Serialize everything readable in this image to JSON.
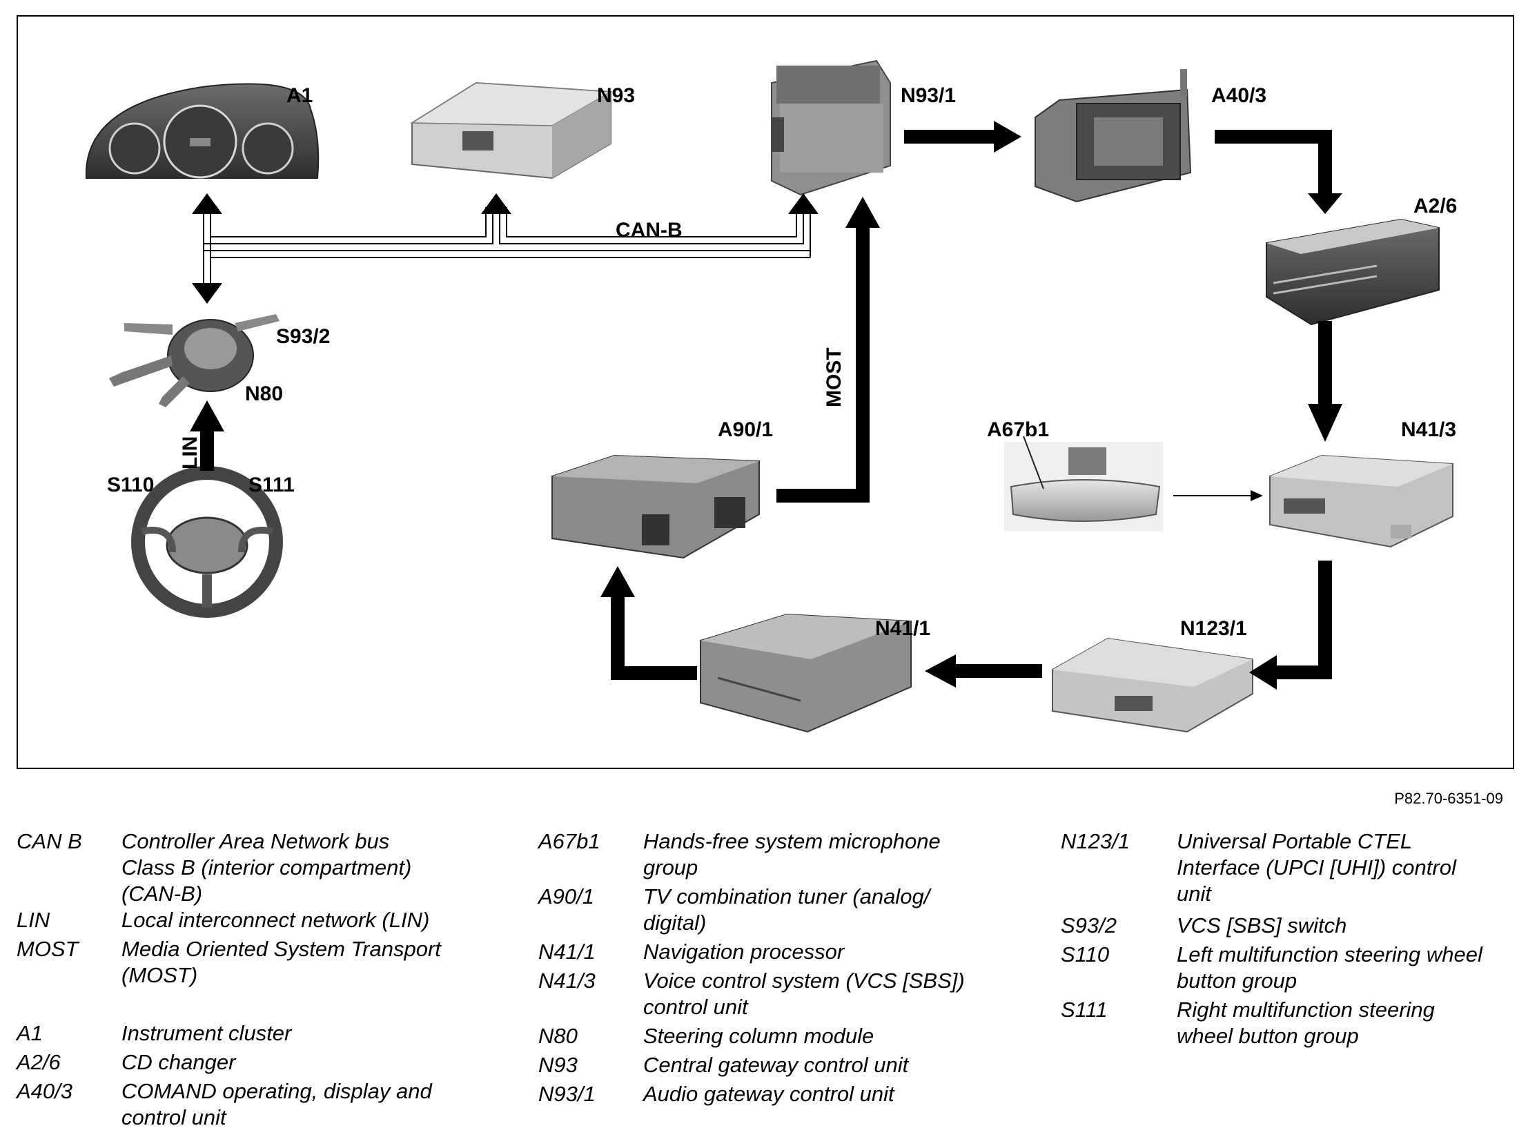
{
  "diagram": {
    "components": [
      {
        "id": "A1",
        "label": "A1"
      },
      {
        "id": "N93",
        "label": "N93"
      },
      {
        "id": "N93/1",
        "label": "N93/1"
      },
      {
        "id": "A40/3",
        "label": "A40/3"
      },
      {
        "id": "A2/6",
        "label": "A2/6"
      },
      {
        "id": "S93/2",
        "label": "S93/2"
      },
      {
        "id": "N80",
        "label": "N80"
      },
      {
        "id": "S110",
        "label": "S110"
      },
      {
        "id": "S111",
        "label": "S111"
      },
      {
        "id": "A90/1",
        "label": "A90/1"
      },
      {
        "id": "A67b1",
        "label": "A67b1"
      },
      {
        "id": "N41/3",
        "label": "N41/3"
      },
      {
        "id": "N41/1",
        "label": "N41/1"
      },
      {
        "id": "N123/1",
        "label": "N123/1"
      }
    ],
    "bus_labels": {
      "can": "CAN-B",
      "most": "MOST",
      "lin": "LIN"
    },
    "figure_ref": "P82.70-6351-09"
  },
  "legend": {
    "col1": [
      {
        "code": "CAN B",
        "desc": "Controller Area Network bus\nClass B (interior compartment)\n(CAN-B)"
      },
      {
        "code": "LIN",
        "desc": "Local interconnect network (LIN)"
      },
      {
        "code": "MOST",
        "desc": "Media Oriented System Transport\n(MOST)"
      },
      {
        "code": "A1",
        "desc": "Instrument cluster"
      },
      {
        "code": "A2/6",
        "desc": "CD changer"
      },
      {
        "code": "A40/3",
        "desc": "COMAND operating, display and\ncontrol unit"
      }
    ],
    "col2": [
      {
        "code": "A67b1",
        "desc": "Hands-free system microphone\ngroup"
      },
      {
        "code": "A90/1",
        "desc": "TV combination tuner (analog/\ndigital)"
      },
      {
        "code": "N41/1",
        "desc": "Navigation processor"
      },
      {
        "code": "N41/3",
        "desc": "Voice control system (VCS [SBS])\ncontrol unit"
      },
      {
        "code": "N80",
        "desc": "Steering column module"
      },
      {
        "code": "N93",
        "desc": "Central gateway control unit"
      },
      {
        "code": "N93/1",
        "desc": "Audio gateway control unit"
      }
    ],
    "col3": [
      {
        "code": "N123/1",
        "desc": "Universal Portable CTEL\nInterface (UPCI [UHI]) control\nunit"
      },
      {
        "code": "S93/2",
        "desc": "VCS [SBS] switch"
      },
      {
        "code": "S110",
        "desc": "Left multifunction steering wheel\nbutton group"
      },
      {
        "code": "S111",
        "desc": "Right multifunction steering\nwheel button group"
      }
    ]
  }
}
